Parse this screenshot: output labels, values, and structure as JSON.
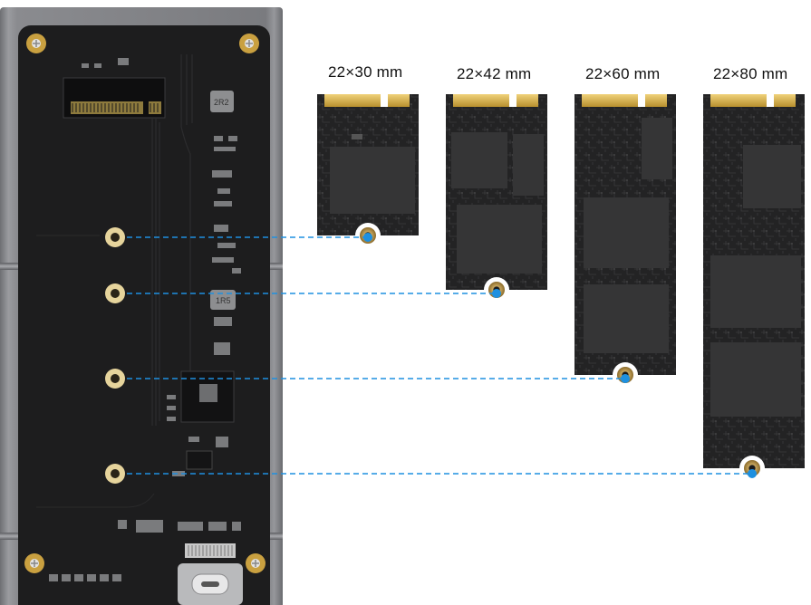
{
  "modules": [
    {
      "key": "m2230",
      "label": "22×30 mm"
    },
    {
      "key": "m2242",
      "label": "22×42 mm"
    },
    {
      "key": "m2260",
      "label": "22×60 mm"
    },
    {
      "key": "m2280",
      "label": "22×80 mm"
    }
  ],
  "board": {
    "inductor_1": "2R2",
    "inductor_2": "1R5"
  },
  "colors": {
    "guide_line": "#1e90e0",
    "pcb": "#1d1d1e",
    "gold": "#d8b24a",
    "enclosure": "#85868a"
  }
}
